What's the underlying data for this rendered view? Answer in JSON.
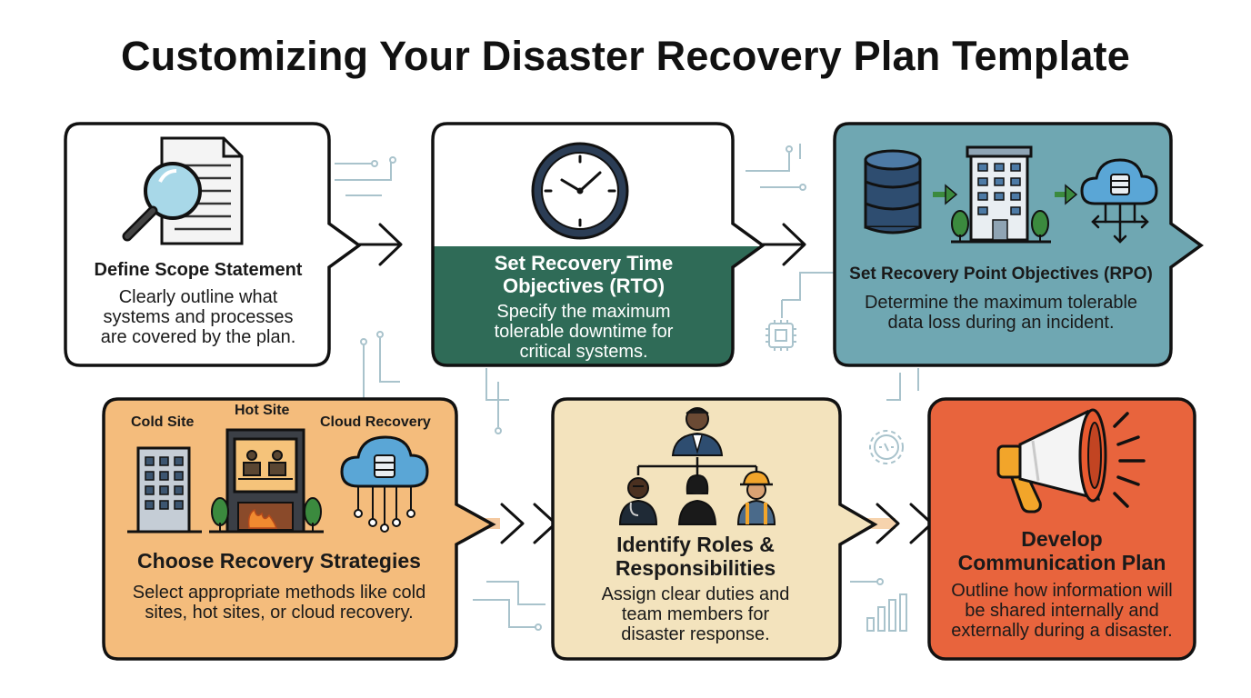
{
  "title": "Customizing Your Disaster Recovery Plan Template",
  "colors": {
    "outline": "#111111",
    "white_card": "#ffffff",
    "green_band": "#2f6b57",
    "teal_card": "#6fa7b2",
    "orange_card": "#f4bc7c",
    "beige_card": "#f3e3bd",
    "red_card": "#e8643d",
    "connector": "#9fb8c2",
    "arrow_accent": "#f0a860"
  },
  "steps": [
    {
      "heading": "Define Scope Statement",
      "description": "Clearly outline what systems and processes are covered by the plan.",
      "icon": "magnifier-document-icon"
    },
    {
      "heading": "Set Recovery Time Objectives (RTO)",
      "description": "Specify the maximum tolerable downtime for critical systems.",
      "icon": "clock-icon"
    },
    {
      "heading": "Set Recovery Point Objectives (RPO)",
      "description": "Determine the maximum tolerable data loss during an incident.",
      "icon": "database-building-cloud-icon"
    },
    {
      "heading": "Choose Recovery Strategies",
      "description": "Select appropriate methods like cold sites, hot sites, or cloud recovery.",
      "icon": "sites-icon",
      "labels": [
        "Cold Site",
        "Hot Site",
        "Cloud Recovery"
      ]
    },
    {
      "heading": "Identify Roles & Responsibilities",
      "description": "Assign clear duties and team members for disaster response.",
      "icon": "org-chart-icon"
    },
    {
      "heading": "Develop Communication Plan",
      "description": "Outline how information will be shared internally and externally during a disaster.",
      "icon": "megaphone-icon"
    }
  ]
}
